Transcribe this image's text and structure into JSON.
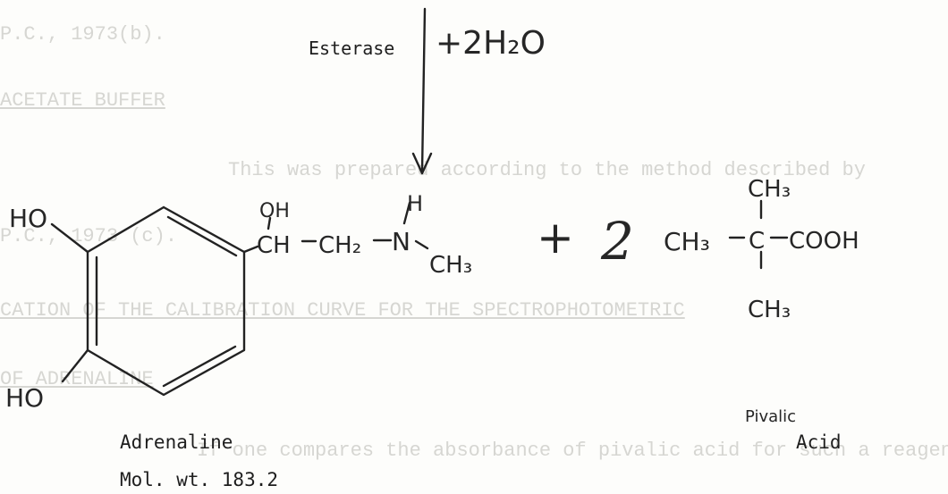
{
  "background_text": {
    "line1": "P.C., 1973(b).",
    "heading1": "ACETATE BUFFER",
    "line2": "This was prepared according to the method described by",
    "line3": "P.C., 1973 (c).",
    "heading2": "CATION OF THE CALIBRATION CURVE FOR THE SPECTROPHOTOMETRIC",
    "heading3": "OF ADRENALINE",
    "line4": "If one compares the absorbance of pivalic acid for such a reagent"
  },
  "reaction": {
    "enzyme_label": "Esterase",
    "reagent": "+2H₂O",
    "plus_sign": "+",
    "coefficient": "2"
  },
  "adrenaline": {
    "ring_substituent_top": "HO",
    "ring_substituent_bottom": "HO",
    "hydroxyl": "OH",
    "chain_carbon": "CH",
    "methylene": "CH₂",
    "nitrogen": "N",
    "amine_hydrogen": "H",
    "methyl": "CH₃",
    "name": "Adrenaline",
    "mol_wt": "Mol. wt. 183.2"
  },
  "pivalic_acid": {
    "top_methyl": "CH₃",
    "left_methyl": "CH₃",
    "center_carbon": "C",
    "acid_group": "COOH",
    "bottom_methyl": "CH₃",
    "name_handwritten": "Pivalic",
    "name_typed": "Acid"
  }
}
